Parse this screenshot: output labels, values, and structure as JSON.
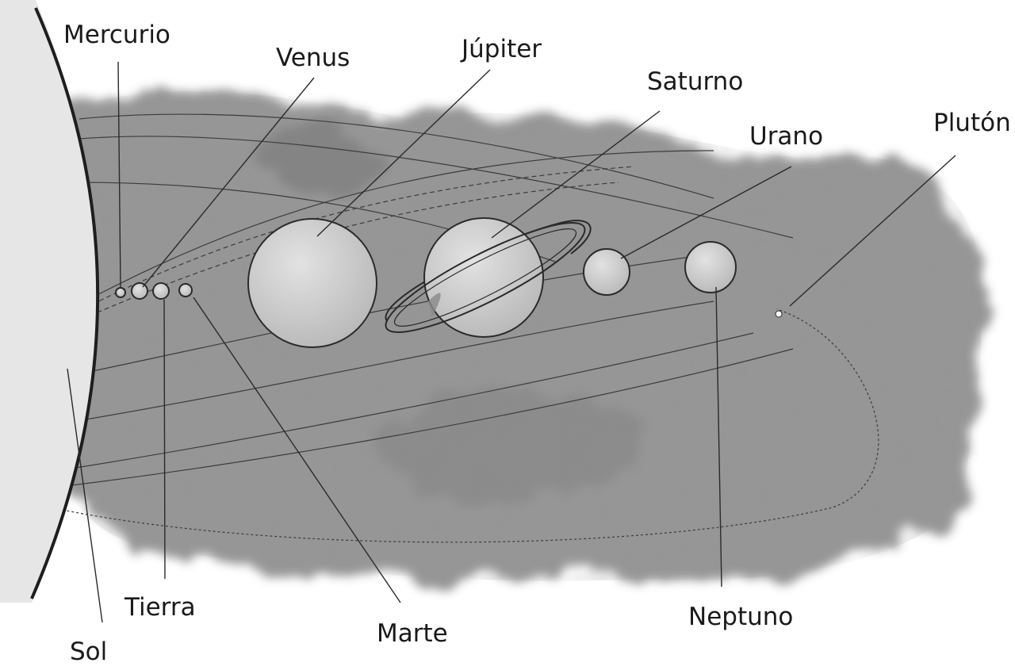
{
  "labels": {
    "mercury": "Mercurio",
    "venus": "Venus",
    "jupiter": "Júpiter",
    "saturn": "Saturno",
    "uranus": "Urano",
    "pluto": "Plutón",
    "earth": "Tierra",
    "sun": "Sol",
    "mars": "Marte",
    "neptune": "Neptuno"
  },
  "colors": {
    "background": "#ffffff",
    "space_wash": "#8e8e8e",
    "space_wash_dark": "#6f6f6f",
    "sun_fill": "#e6e6e6",
    "planet_fill": "#c9c9c9",
    "line": "#2a2a2a"
  }
}
